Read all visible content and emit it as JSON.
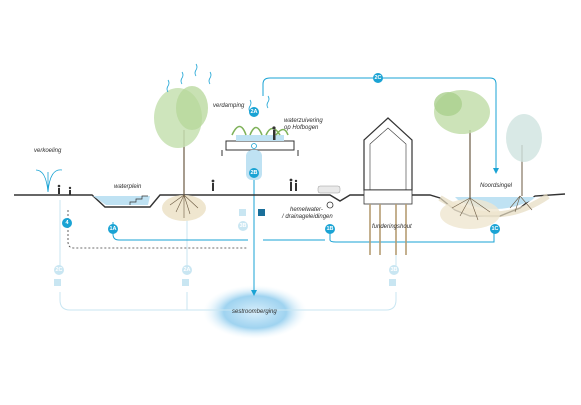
{
  "labels": {
    "verkoeling": "verkoeling",
    "waterplein": "waterplein",
    "verdamping": "verdamping",
    "waterzuivering_1": "waterzuivering",
    "waterzuivering_2": "op Hofbogen",
    "hemelwater_1": "hemelwater-",
    "hemelwater_2": "/ drainageleidingen",
    "funderingshout": "funderingshout",
    "noordsingel": "Noordsingel",
    "sestroomberging": "sestroomberging"
  },
  "badges": {
    "b4": "4",
    "b1a": "1A",
    "b1b": "1B",
    "b1c": "1C",
    "b2a": "2A",
    "b2b": "2B",
    "b2c": "2C",
    "f2c": "2C",
    "f2a": "2A",
    "f3b": "3B",
    "f3b_mid": "3B"
  },
  "colors": {
    "accent_blue": "#1aa3d4",
    "faded_blue": "#c9e6f2",
    "water": "#bfe2f3",
    "tree_green": "#c6e0b0",
    "ground": "#333333"
  }
}
